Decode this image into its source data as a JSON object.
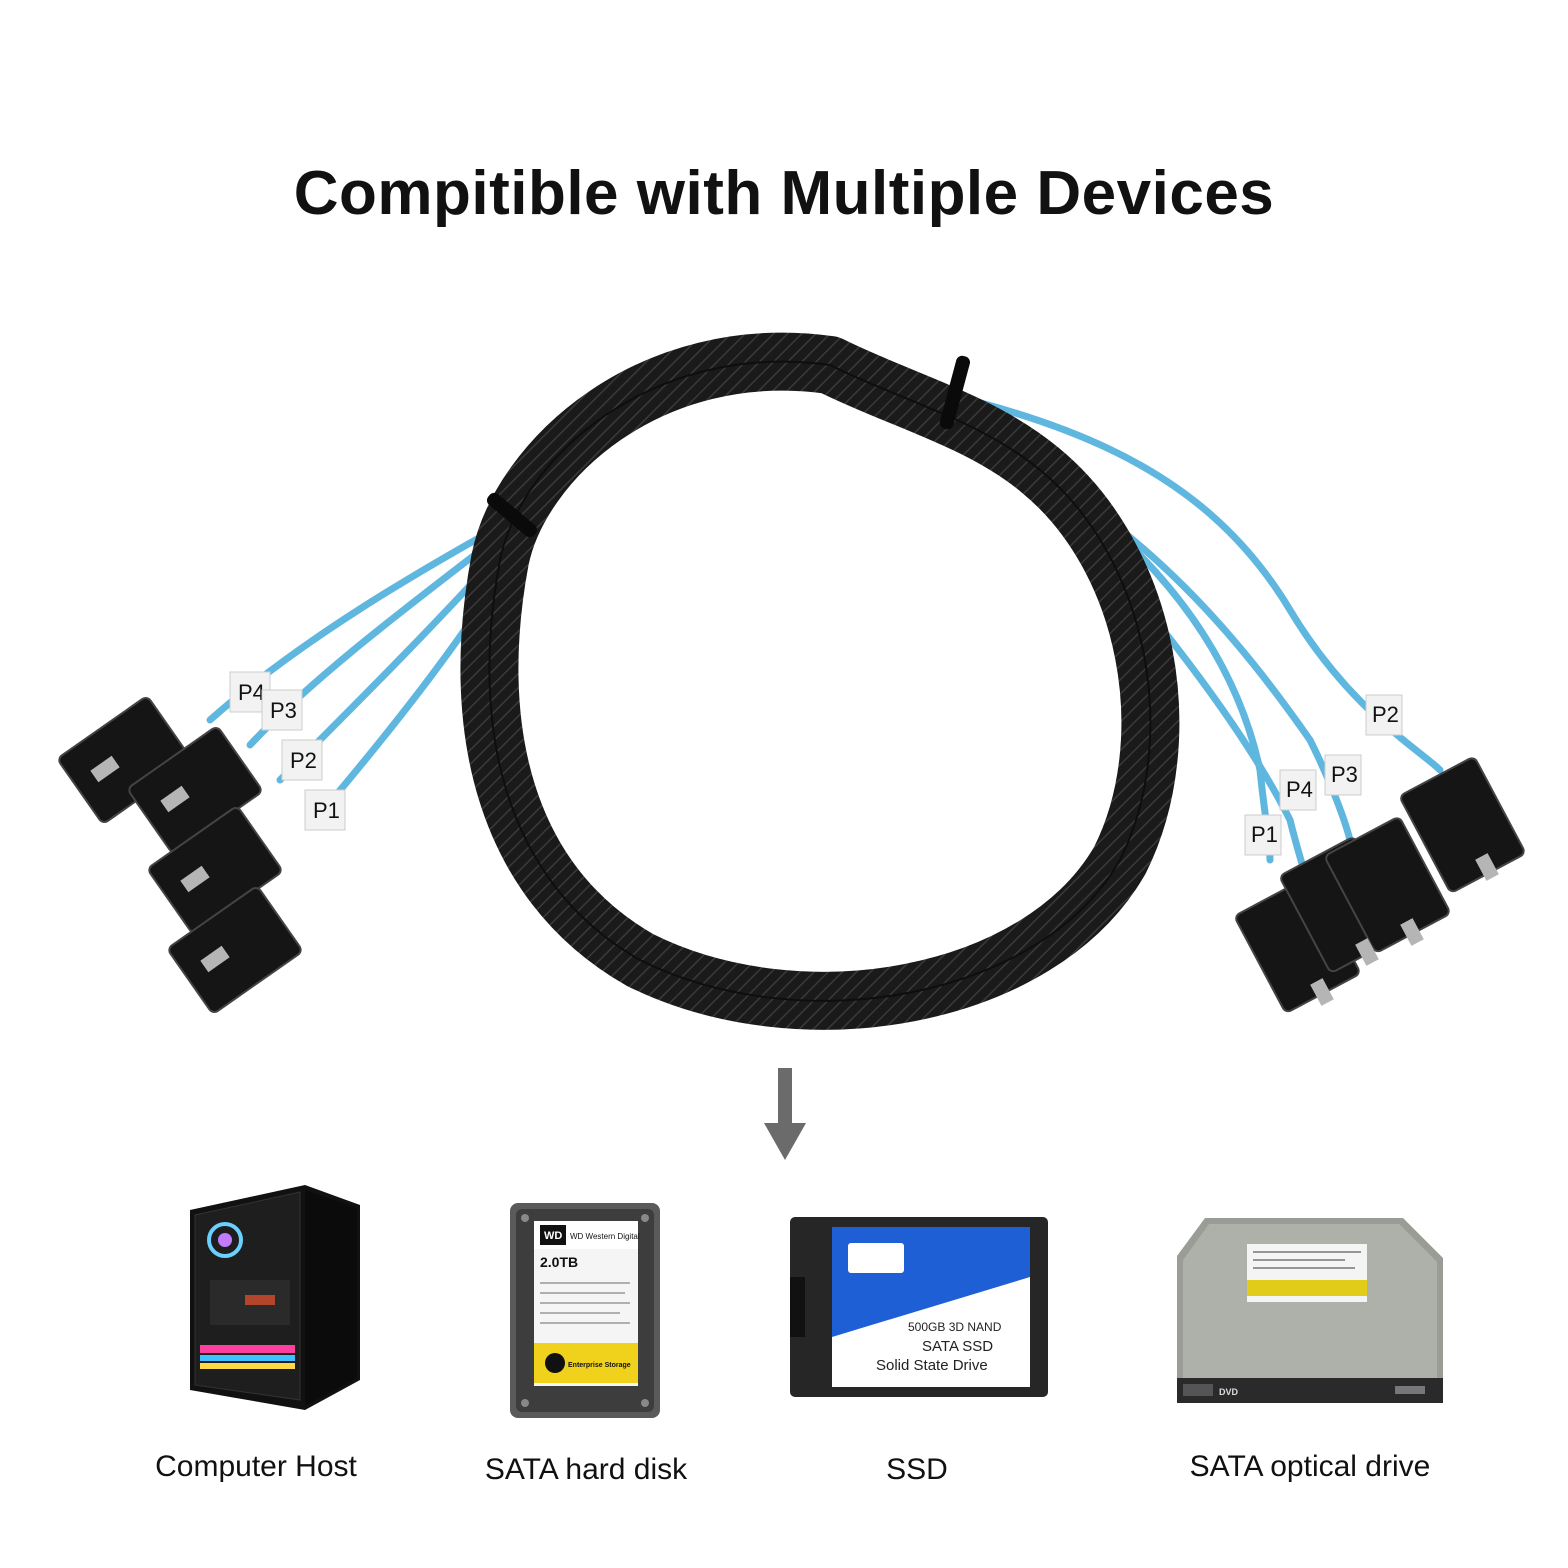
{
  "headline": "Compitible with Multiple Devices",
  "cable_labels": {
    "left": [
      "P4",
      "P3",
      "P2",
      "P1"
    ],
    "right": [
      "P1",
      "P4",
      "P3",
      "P2"
    ]
  },
  "devices": [
    {
      "label": "Computer Host",
      "icon": "pc-tower-icon"
    },
    {
      "label": "SATA hard disk",
      "icon": "hard-disk-icon",
      "brand_text": "WD Western Digital",
      "capacity_text": "2.0TB",
      "sticker_text": "Enterprise Storage"
    },
    {
      "label": "SSD",
      "icon": "ssd-icon",
      "line1": "500GB 3D NAND",
      "line2": "SATA SSD",
      "line3": "Solid State Drive"
    },
    {
      "label": "SATA optical drive",
      "icon": "optical-drive-icon",
      "tray_text": "DVD"
    }
  ],
  "colors": {
    "cable_blue": "#5fb7e0",
    "sleeve_black": "#1a1a1a",
    "arrow_gray": "#6b6b6b",
    "ssd_blue": "#1e5fd6"
  }
}
